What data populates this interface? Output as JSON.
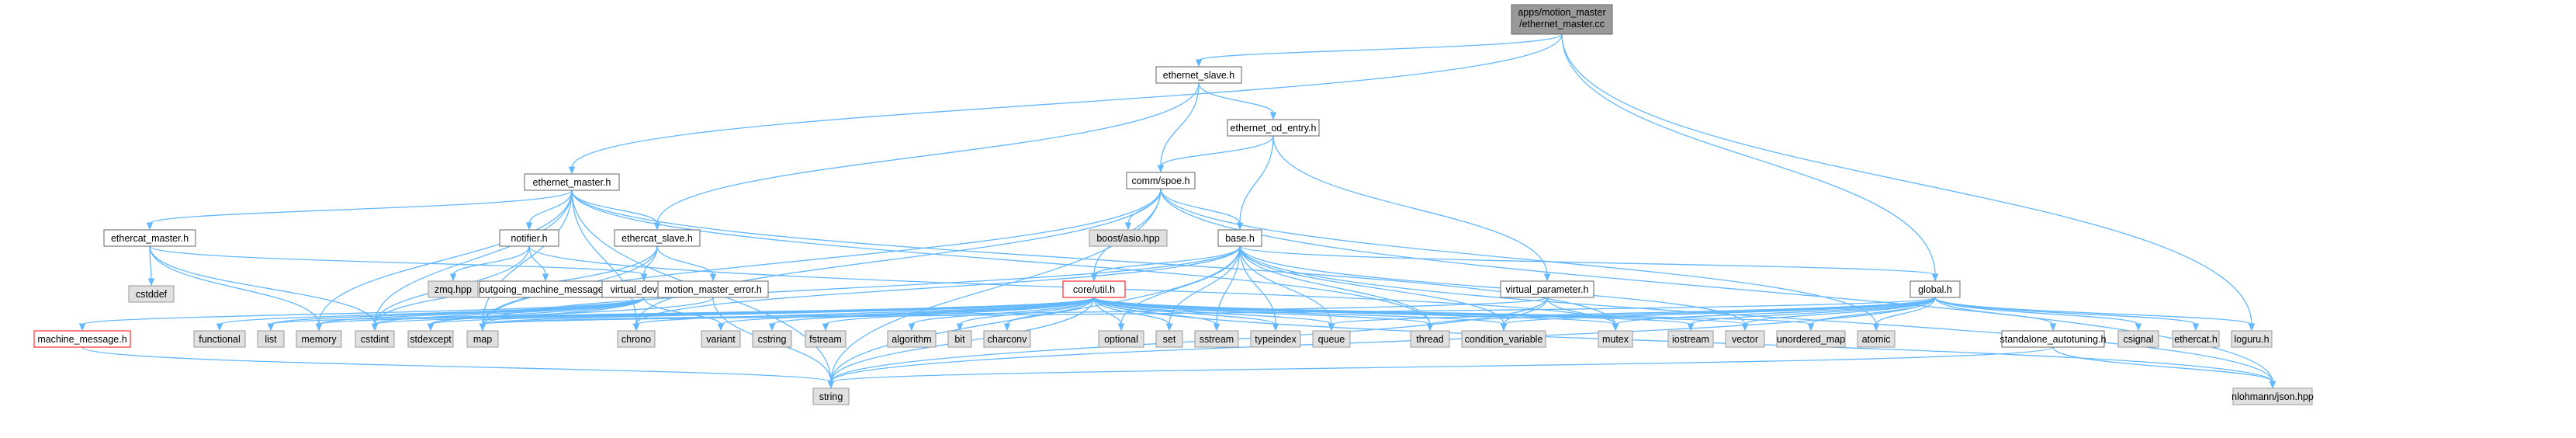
{
  "nodes": {
    "root": [
      "apps/motion_master",
      "/ethernet_master.cc"
    ],
    "ethernet_slave_h": "ethernet_slave.h",
    "ethernet_od_entry_h": "ethernet_od_entry.h",
    "ethernet_master_h": "ethernet_master.h",
    "comm_spoe_h": "comm/spoe.h",
    "ethercat_master_h": "ethercat_master.h",
    "notifier_h": "notifier.h",
    "ethercat_slave_h": "ethercat_slave.h",
    "boost_asio_hpp": "boost/asio.hpp",
    "base_h": "base.h",
    "cstddef": "cstddef",
    "zmq_hpp": "zmq.hpp",
    "outgoing_machine_message_h": "outgoing_machine_message.h",
    "virtual_device_h": "virtual_device.h",
    "motion_master_error_h": "motion_master_error.h",
    "core_util_h": "core/util.h",
    "virtual_parameter_h": "virtual_parameter.h",
    "global_h": "global.h",
    "machine_message_h": "machine_message.h",
    "functional": "functional",
    "list": "list",
    "memory": "memory",
    "cstdint": "cstdint",
    "stdexcept": "stdexcept",
    "map": "map",
    "chrono": "chrono",
    "variant": "variant",
    "cstring": "cstring",
    "fstream": "fstream",
    "algorithm": "algorithm",
    "bit": "bit",
    "charconv": "charconv",
    "optional": "optional",
    "set": "set",
    "sstream": "sstream",
    "typeindex": "typeindex",
    "queue": "queue",
    "thread": "thread",
    "condition_variable": "condition_variable",
    "mutex": "mutex",
    "iostream": "iostream",
    "vector": "vector",
    "unordered_map": "unordered_map",
    "atomic": "atomic",
    "standalone_autotuning_h": "standalone_autotuning.h",
    "csignal": "csignal",
    "ethercat_h": "ethercat.h",
    "loguru_h": "loguru.h",
    "string": "string",
    "nlohmann_json_hpp": "nlohmann/json.hpp"
  },
  "colors": {
    "edge": "#63b8ff",
    "root_fill": "#999999",
    "system_fill": "#e0e0e0",
    "file_fill": "#ffffff",
    "missing_border": "#ff0000",
    "core_util_text": "#cc0000"
  }
}
